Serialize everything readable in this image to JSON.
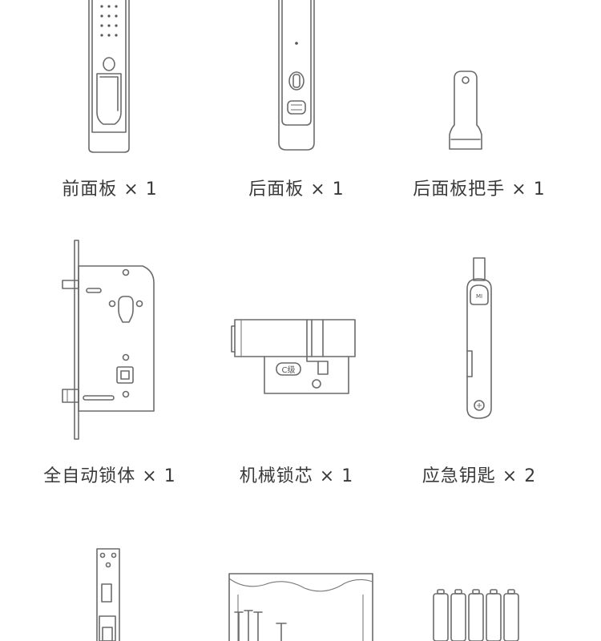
{
  "items": [
    {
      "name": "front-panel",
      "label": "前面板",
      "qty": "× 1"
    },
    {
      "name": "rear-panel",
      "label": "后面板",
      "qty": "× 1"
    },
    {
      "name": "rear-panel-handle",
      "label": "后面板把手",
      "qty": "× 1"
    },
    {
      "name": "lock-body",
      "label": "全自动锁体",
      "qty": "× 1"
    },
    {
      "name": "lock-cylinder",
      "label": "机械锁芯",
      "qty": "× 1",
      "cylinder_grade": "C级"
    },
    {
      "name": "emergency-key",
      "label": "应急钥匙",
      "qty": "× 2",
      "key_logo": "MI"
    }
  ],
  "accent": "#333333",
  "line_color": "#6a6a6a"
}
